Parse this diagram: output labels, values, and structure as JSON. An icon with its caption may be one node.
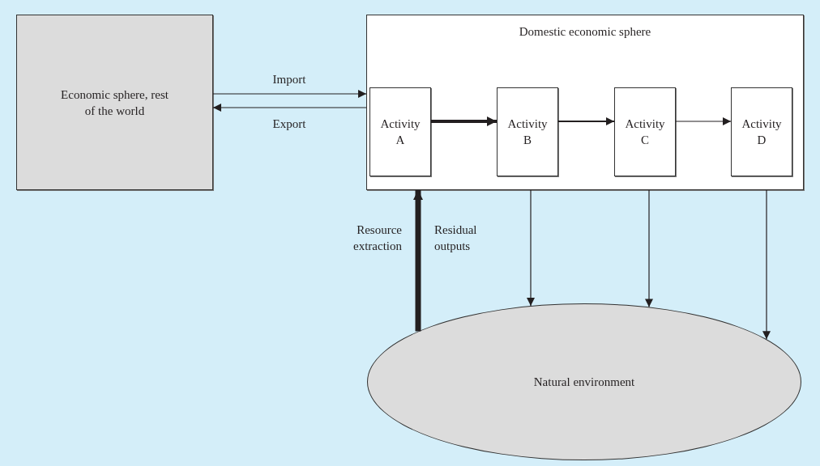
{
  "diagram": {
    "nodes": [
      {
        "text": [
          "Economic sphere, rest of the world"
        ]
      },
      {
        "text": [
          "Domestic economic sphere"
        ]
      },
      {
        "text": [
          "Activity A"
        ],
        "in": 1
      },
      {
        "text": [
          "Activity B"
        ],
        "in": 1
      },
      {
        "text": [
          "Activity C"
        ],
        "in": 1
      },
      {
        "text": [
          "Activity D"
        ],
        "in": 1
      },
      {
        "text": [
          "Natural environment"
        ]
      }
    ],
    "edges": [
      {
        "from": 0,
        "to": 1,
        "arrow": "to",
        "label": "Import"
      },
      {
        "from": 1,
        "to": 0,
        "arrow": "to",
        "label": "Export"
      },
      {
        "from": 2,
        "to": 3,
        "arrow": "to",
        "style": "thick"
      },
      {
        "from": 3,
        "to": 4,
        "arrow": "to"
      },
      {
        "from": 4,
        "to": 5,
        "arrow": "to"
      },
      {
        "from": 6,
        "to": 1,
        "arrow": "to",
        "style": "thick"
      },
      {
        "from": 1,
        "to": 6,
        "arrow": "to"
      },
      {
        "from": 1,
        "to": 6,
        "arrow": "to"
      },
      {
        "from": 1,
        "to": 6,
        "arrow": "to"
      }
    ],
    "labels": [
      "Resource extraction",
      "Residual outputs"
    ]
  }
}
